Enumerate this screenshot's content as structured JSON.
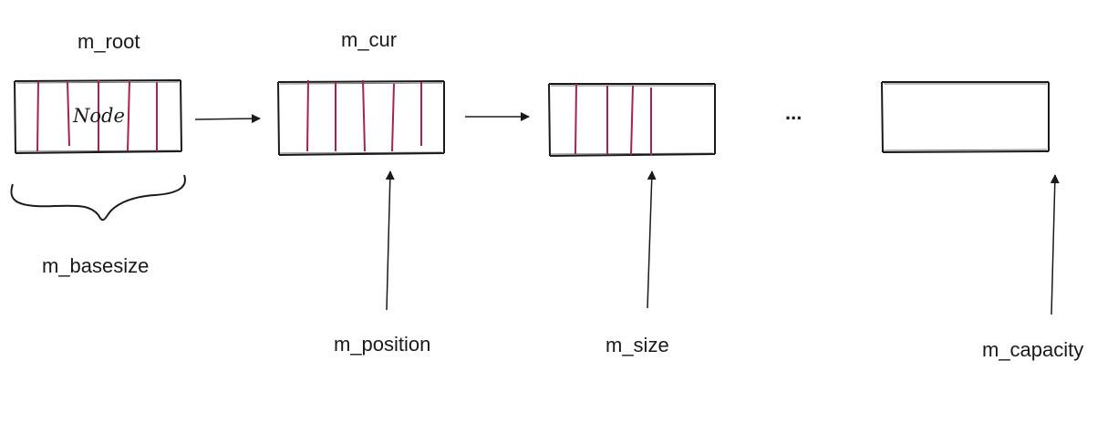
{
  "labels": {
    "root": "m_root",
    "cur": "m_cur",
    "basesize": "m_basesize",
    "position": "m_position",
    "size": "m_size",
    "capacity": "m_capacity",
    "node": "Node",
    "ellipsis": "..."
  },
  "colors": {
    "outline": "#1a1a1a",
    "slot_line": "#a8214f",
    "background": "#ffffff"
  }
}
